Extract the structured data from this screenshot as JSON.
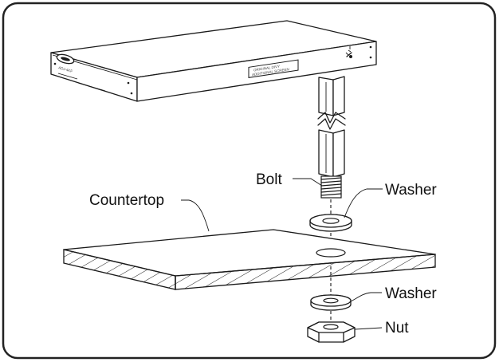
{
  "labels": {
    "bolt": "Bolt",
    "washer_top": "Washer",
    "countertop": "Countertop",
    "washer_bottom": "Washer",
    "nut": "Nut"
  },
  "device": {
    "front_panel_text_1": "ADJ-4KF",
    "front_panel_text_2": "",
    "label_plate_line_1": "ORIGINAL DIVY",
    "label_plate_line_2": "ADDITIONAL SCREEN"
  },
  "icons": [
    "lock-key-icon",
    "logo-badge-icon"
  ]
}
